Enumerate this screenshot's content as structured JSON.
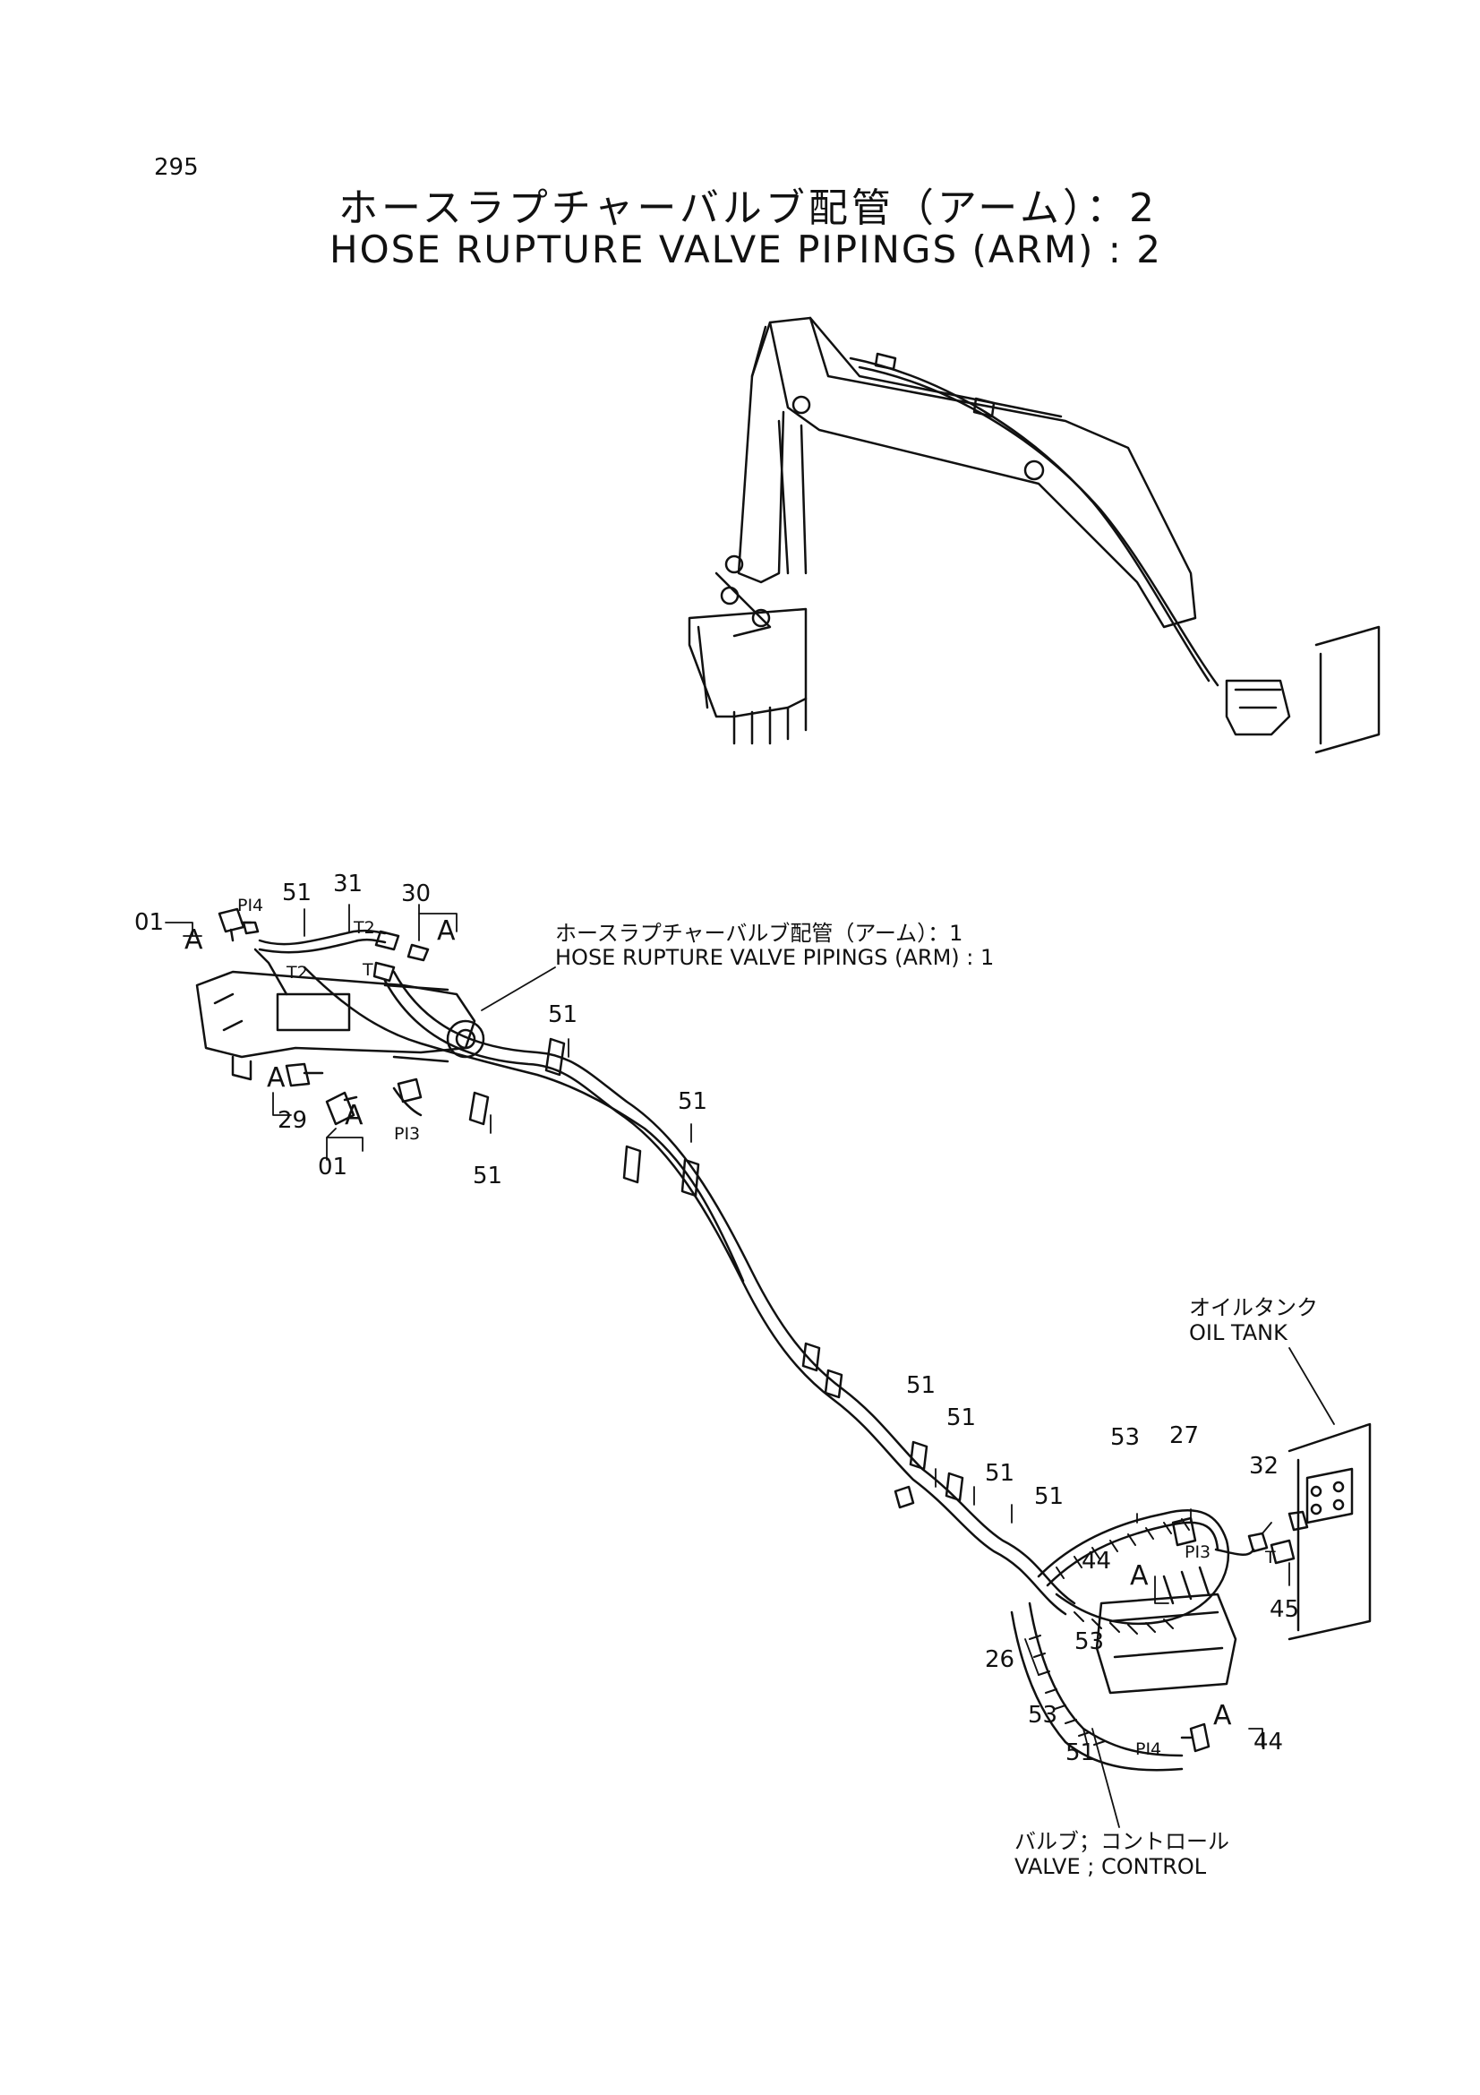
{
  "page_number": "295",
  "title": {
    "japanese": "ホースラプチャーバルブ配管（アーム）：2",
    "english": "HOSE RUPTURE VALVE PIPINGS (ARM) : 2"
  },
  "callouts": {
    "reference": {
      "japanese": "ホースラプチャーバルブ配管（アーム）：1",
      "english": "HOSE RUPTURE VALVE PIPINGS (ARM) : 1"
    },
    "oil_tank": {
      "japanese": "オイルタンク",
      "english": "OIL TANK"
    },
    "control_valve": {
      "japanese": "バルブ；コントロール",
      "english": "VALVE ; CONTROL"
    }
  },
  "part_numbers": {
    "p01a": "01",
    "p01b": "01",
    "p51a": "51",
    "p51b": "51",
    "p51c": "51",
    "p51d": "51",
    "p51e": "51",
    "p51f": "51",
    "p51g": "51",
    "p51h": "51",
    "p51i": "51",
    "p31": "31",
    "p30": "30",
    "p29": "29",
    "p53a": "53",
    "p53b": "53",
    "p53c": "53",
    "p27": "27",
    "p32": "32",
    "p44a": "44",
    "p44b": "44",
    "p45": "45",
    "p26": "26"
  },
  "port_labels": {
    "pi4a": "PI4",
    "pi4b": "PI4",
    "pi3a": "PI3",
    "pi3b": "PI3",
    "t2a": "T2",
    "t2b": "T2",
    "ta": "T",
    "tb": "T"
  },
  "view_markers": {
    "a1": "A",
    "a2": "A",
    "a3": "A",
    "a4": "A",
    "a5": "A",
    "a6": "A"
  }
}
